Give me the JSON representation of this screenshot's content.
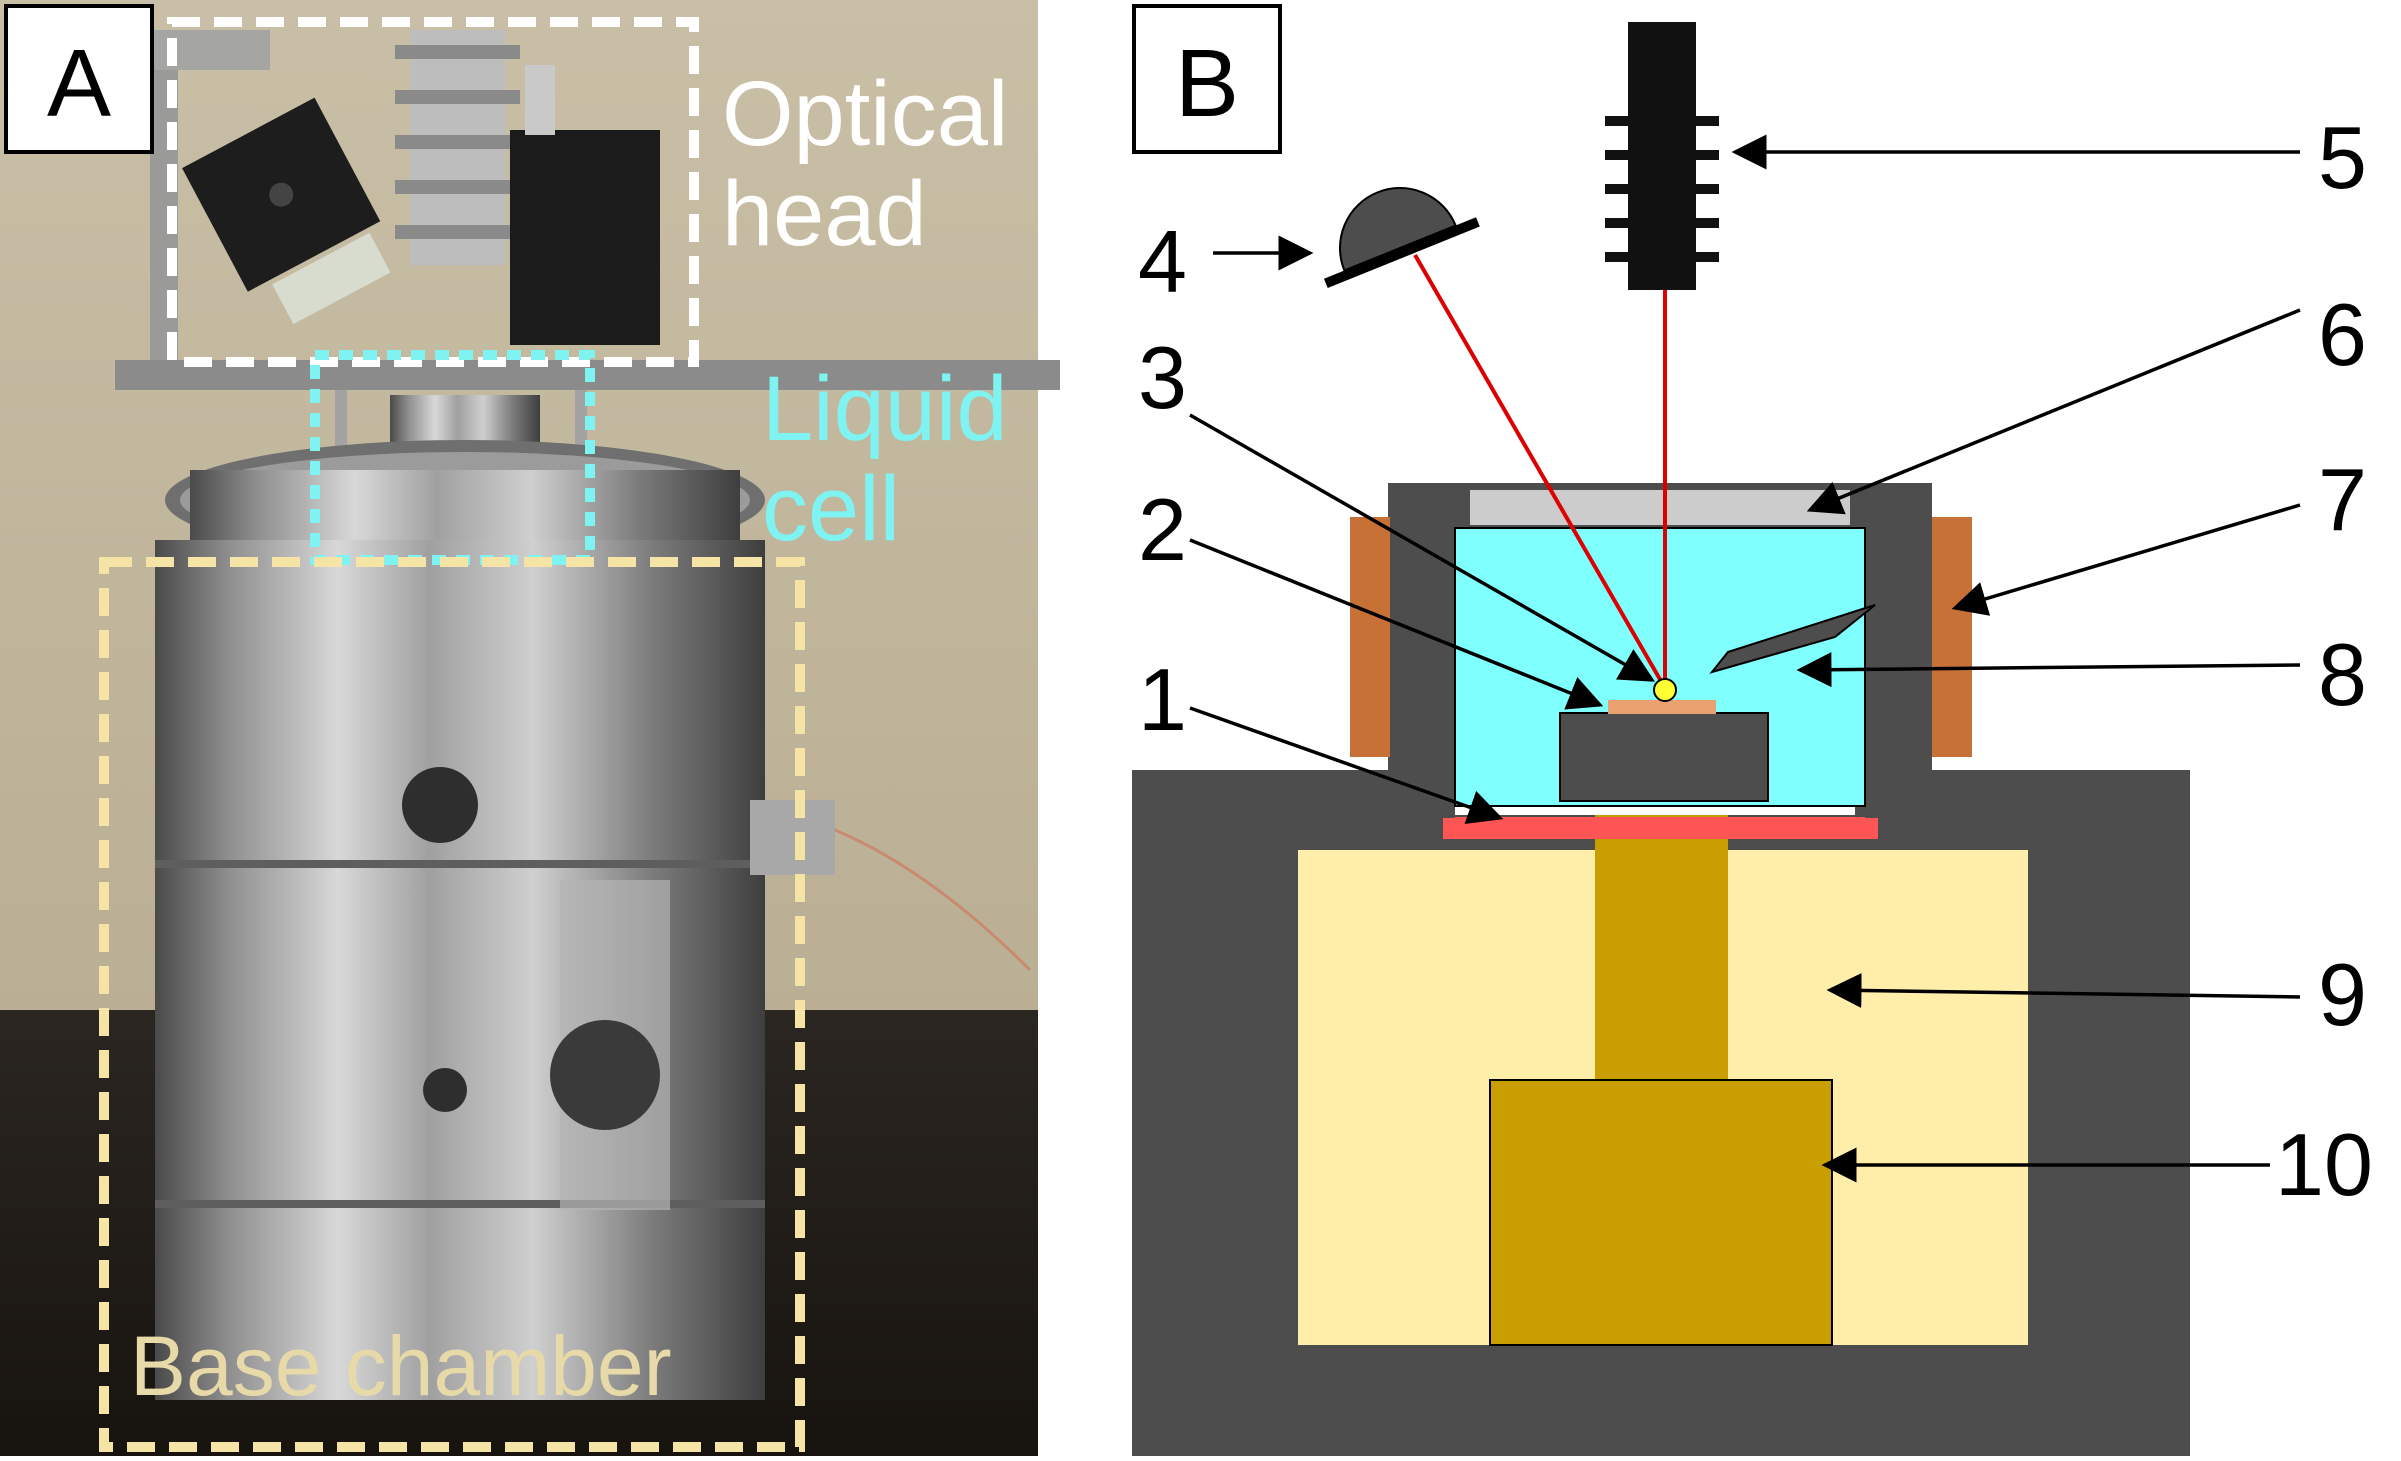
{
  "panel_a": {
    "label": "A",
    "regions": {
      "optical_head_line1": "Optical",
      "optical_head_line2": "head",
      "liquid_cell_line1": "Liquid",
      "liquid_cell_line2": "cell",
      "base_chamber": "Base chamber"
    },
    "colors": {
      "optical_head": "#ffffff",
      "liquid_cell": "#7ff2f2",
      "base_chamber": "#f6e3a6"
    }
  },
  "panel_b": {
    "label": "B",
    "callouts": [
      "1",
      "2",
      "3",
      "4",
      "5",
      "6",
      "7",
      "8",
      "9",
      "10"
    ],
    "colors": {
      "housing": "#4d4d4d",
      "liquid": "#80ffff",
      "window": "#cccccc",
      "heater": "#c87137",
      "seal": "#ff5555",
      "insulation": "#ffeeaa",
      "stage": "#c89e00",
      "laser": "#dd0000",
      "sample_tip": "#ffff33"
    }
  }
}
